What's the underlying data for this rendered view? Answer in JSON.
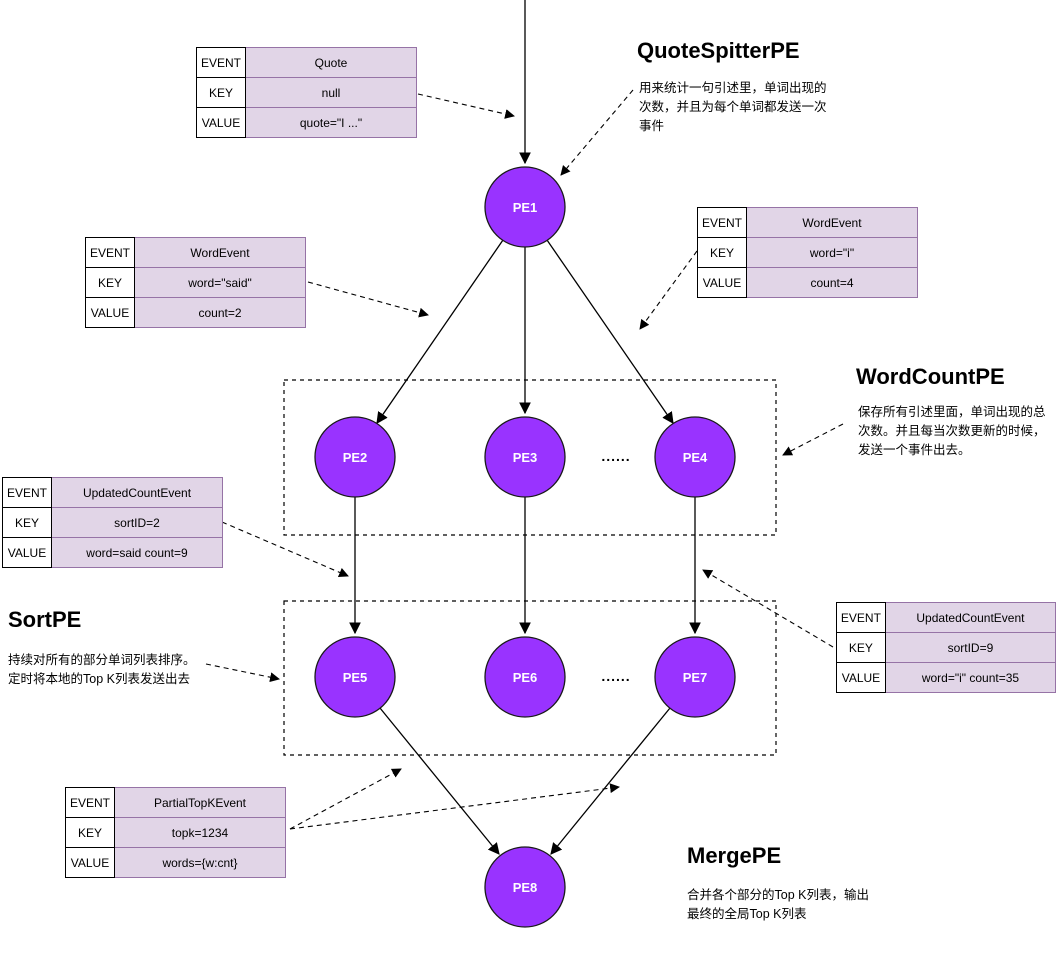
{
  "colors": {
    "node_fill": "#9933FF",
    "cell_fill": "#E1D5E7",
    "cell_stroke": "#9673A6"
  },
  "dots": "......",
  "pe_nodes": [
    "PE1",
    "PE2",
    "PE3",
    "PE4",
    "PE5",
    "PE6",
    "PE7",
    "PE8"
  ],
  "sections": [
    {
      "title": "QuoteSpitterPE",
      "desc": "用来统计一句引述里，单词出现的\n次数，并且为每个单词都发送一次\n事件"
    },
    {
      "title": "WordCountPE",
      "desc": "保存所有引述里面，单词出现的总\n次数。并且每当次数更新的时候，\n发送一个事件出去。"
    },
    {
      "title": "SortPE",
      "desc": "持续对所有的部分单词列表排序。\n定时将本地的Top K列表发送出去"
    },
    {
      "title": "MergePE",
      "desc": "合并各个部分的Top K列表，输出\n最终的全局Top K列表"
    }
  ],
  "tables": [
    {
      "name": "Quote",
      "rows": [
        {
          "label": "EVENT",
          "value": "Quote"
        },
        {
          "label": "KEY",
          "value": "null"
        },
        {
          "label": "VALUE",
          "value": "quote=\"I ...\""
        }
      ]
    },
    {
      "name": "WordEvent-said",
      "rows": [
        {
          "label": "EVENT",
          "value": "WordEvent"
        },
        {
          "label": "KEY",
          "value": "word=\"said\""
        },
        {
          "label": "VALUE",
          "value": "count=2"
        }
      ]
    },
    {
      "name": "WordEvent-i",
      "rows": [
        {
          "label": "EVENT",
          "value": "WordEvent"
        },
        {
          "label": "KEY",
          "value": "word=\"i\""
        },
        {
          "label": "VALUE",
          "value": "count=4"
        }
      ]
    },
    {
      "name": "UpdatedCountEvent-said",
      "rows": [
        {
          "label": "EVENT",
          "value": "UpdatedCountEvent"
        },
        {
          "label": "KEY",
          "value": "sortID=2"
        },
        {
          "label": "VALUE",
          "value": "word=said count=9"
        }
      ]
    },
    {
      "name": "UpdatedCountEvent-i",
      "rows": [
        {
          "label": "EVENT",
          "value": "UpdatedCountEvent"
        },
        {
          "label": "KEY",
          "value": "sortID=9"
        },
        {
          "label": "VALUE",
          "value": "word=\"i\" count=35"
        }
      ]
    },
    {
      "name": "PartialTopKEvent",
      "rows": [
        {
          "label": "EVENT",
          "value": "PartialTopKEvent"
        },
        {
          "label": "KEY",
          "value": "topk=1234"
        },
        {
          "label": "VALUE",
          "value": "words={w:cnt}"
        }
      ]
    }
  ]
}
